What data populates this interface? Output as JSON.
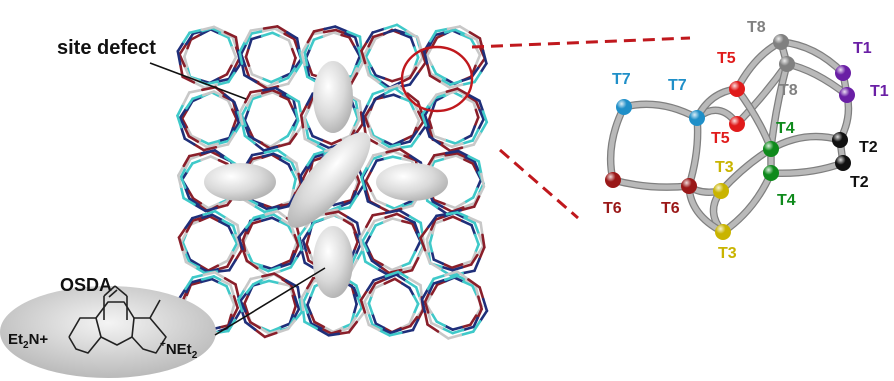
{
  "colors": {
    "bond_gray": "#b9b9b9",
    "bond_outline": "#7f7f7f",
    "framework_red": "#8a1f2a",
    "framework_blue": "#1f2f7a",
    "framework_cyan": "#3fc9c9",
    "framework_gray": "#c8c8c8",
    "callout_red": "#c0181d",
    "T1": "#6a1fa5",
    "T2": "#111111",
    "T3": "#c9b400",
    "T4": "#0f8a1c",
    "T5": "#e01b1b",
    "T6": "#9a1818",
    "T7": "#1f8fc8",
    "T8": "#808080"
  },
  "labels": {
    "site_defect": "site defect",
    "osda": "OSDA"
  },
  "osda_formula": {
    "left_group": "Et",
    "left_sub": "2",
    "left_rest": "N+",
    "right_plus": "+",
    "right_group": "NEt",
    "right_sub": "2"
  },
  "cluster_labels": [
    {
      "id": "t8-top",
      "text": "T8",
      "site": "T8"
    },
    {
      "id": "t1-top",
      "text": "T1",
      "site": "T1"
    },
    {
      "id": "t1-right",
      "text": "T1",
      "site": "T1"
    },
    {
      "id": "t5-top",
      "text": "T5",
      "site": "T5"
    },
    {
      "id": "t7-left",
      "text": "T7",
      "site": "T7"
    },
    {
      "id": "t7-mid",
      "text": "T7",
      "site": "T7"
    },
    {
      "id": "t8-mid",
      "text": "T8",
      "site": "T8"
    },
    {
      "id": "t5-mid",
      "text": "T5",
      "site": "T5"
    },
    {
      "id": "t4-top",
      "text": "T4",
      "site": "T4"
    },
    {
      "id": "t2-top",
      "text": "T2",
      "site": "T2"
    },
    {
      "id": "t3-top",
      "text": "T3",
      "site": "T3"
    },
    {
      "id": "t2-bottom",
      "text": "T2",
      "site": "T2"
    },
    {
      "id": "t6-left",
      "text": "T6",
      "site": "T6"
    },
    {
      "id": "t6-mid",
      "text": "T6",
      "site": "T6"
    },
    {
      "id": "t4-bottom",
      "text": "T4",
      "site": "T4"
    },
    {
      "id": "t3-bottom",
      "text": "T3",
      "site": "T3"
    }
  ]
}
